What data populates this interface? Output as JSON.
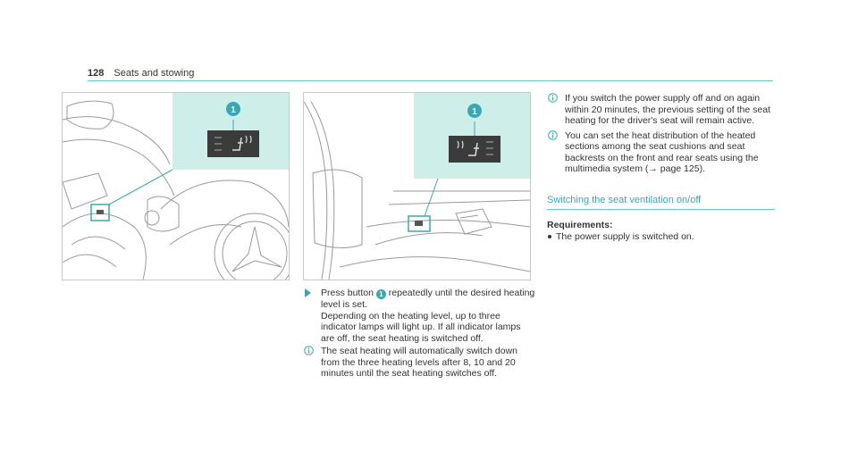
{
  "header": {
    "page_number": "128",
    "section": "Seats and stowing"
  },
  "figures": [
    {
      "name": "driver-door-seat-heating-figure",
      "callout": "1"
    },
    {
      "name": "passenger-door-seat-heating-figure",
      "callout": "1"
    }
  ],
  "column_mid": {
    "step_before": "Press button",
    "step_badge": "1",
    "step_after": "repeatedly until the desired heating level is set.",
    "step_detail": "Depending on the heating level, up to three indicator lamps will light up. If all indicator lamps are off, the seat heating is switched off.",
    "note": "The seat heating will automatically switch down from the three heating levels after 8, 10 and 20 minutes until the seat heating switches off."
  },
  "column_right": {
    "note1": "If you switch the power supply off and on again within 20 minutes, the previous setting of the seat heating for the driver's seat will remain active.",
    "note2_text": "You can set the heat distribution of the heated sections among the seat cushions and seat backrests on the front and rear seats using the multimedia system (",
    "note2_ref_arrow": "→",
    "note2_ref": "page 125",
    "note2_end": ").",
    "section_title": "Switching the seat ventilation on/off",
    "requirements_label": "Requirements:",
    "requirement_1": "The power supply is switched on."
  },
  "colors": {
    "accent": "#3aa7b2",
    "inset": "#cdeee9"
  }
}
